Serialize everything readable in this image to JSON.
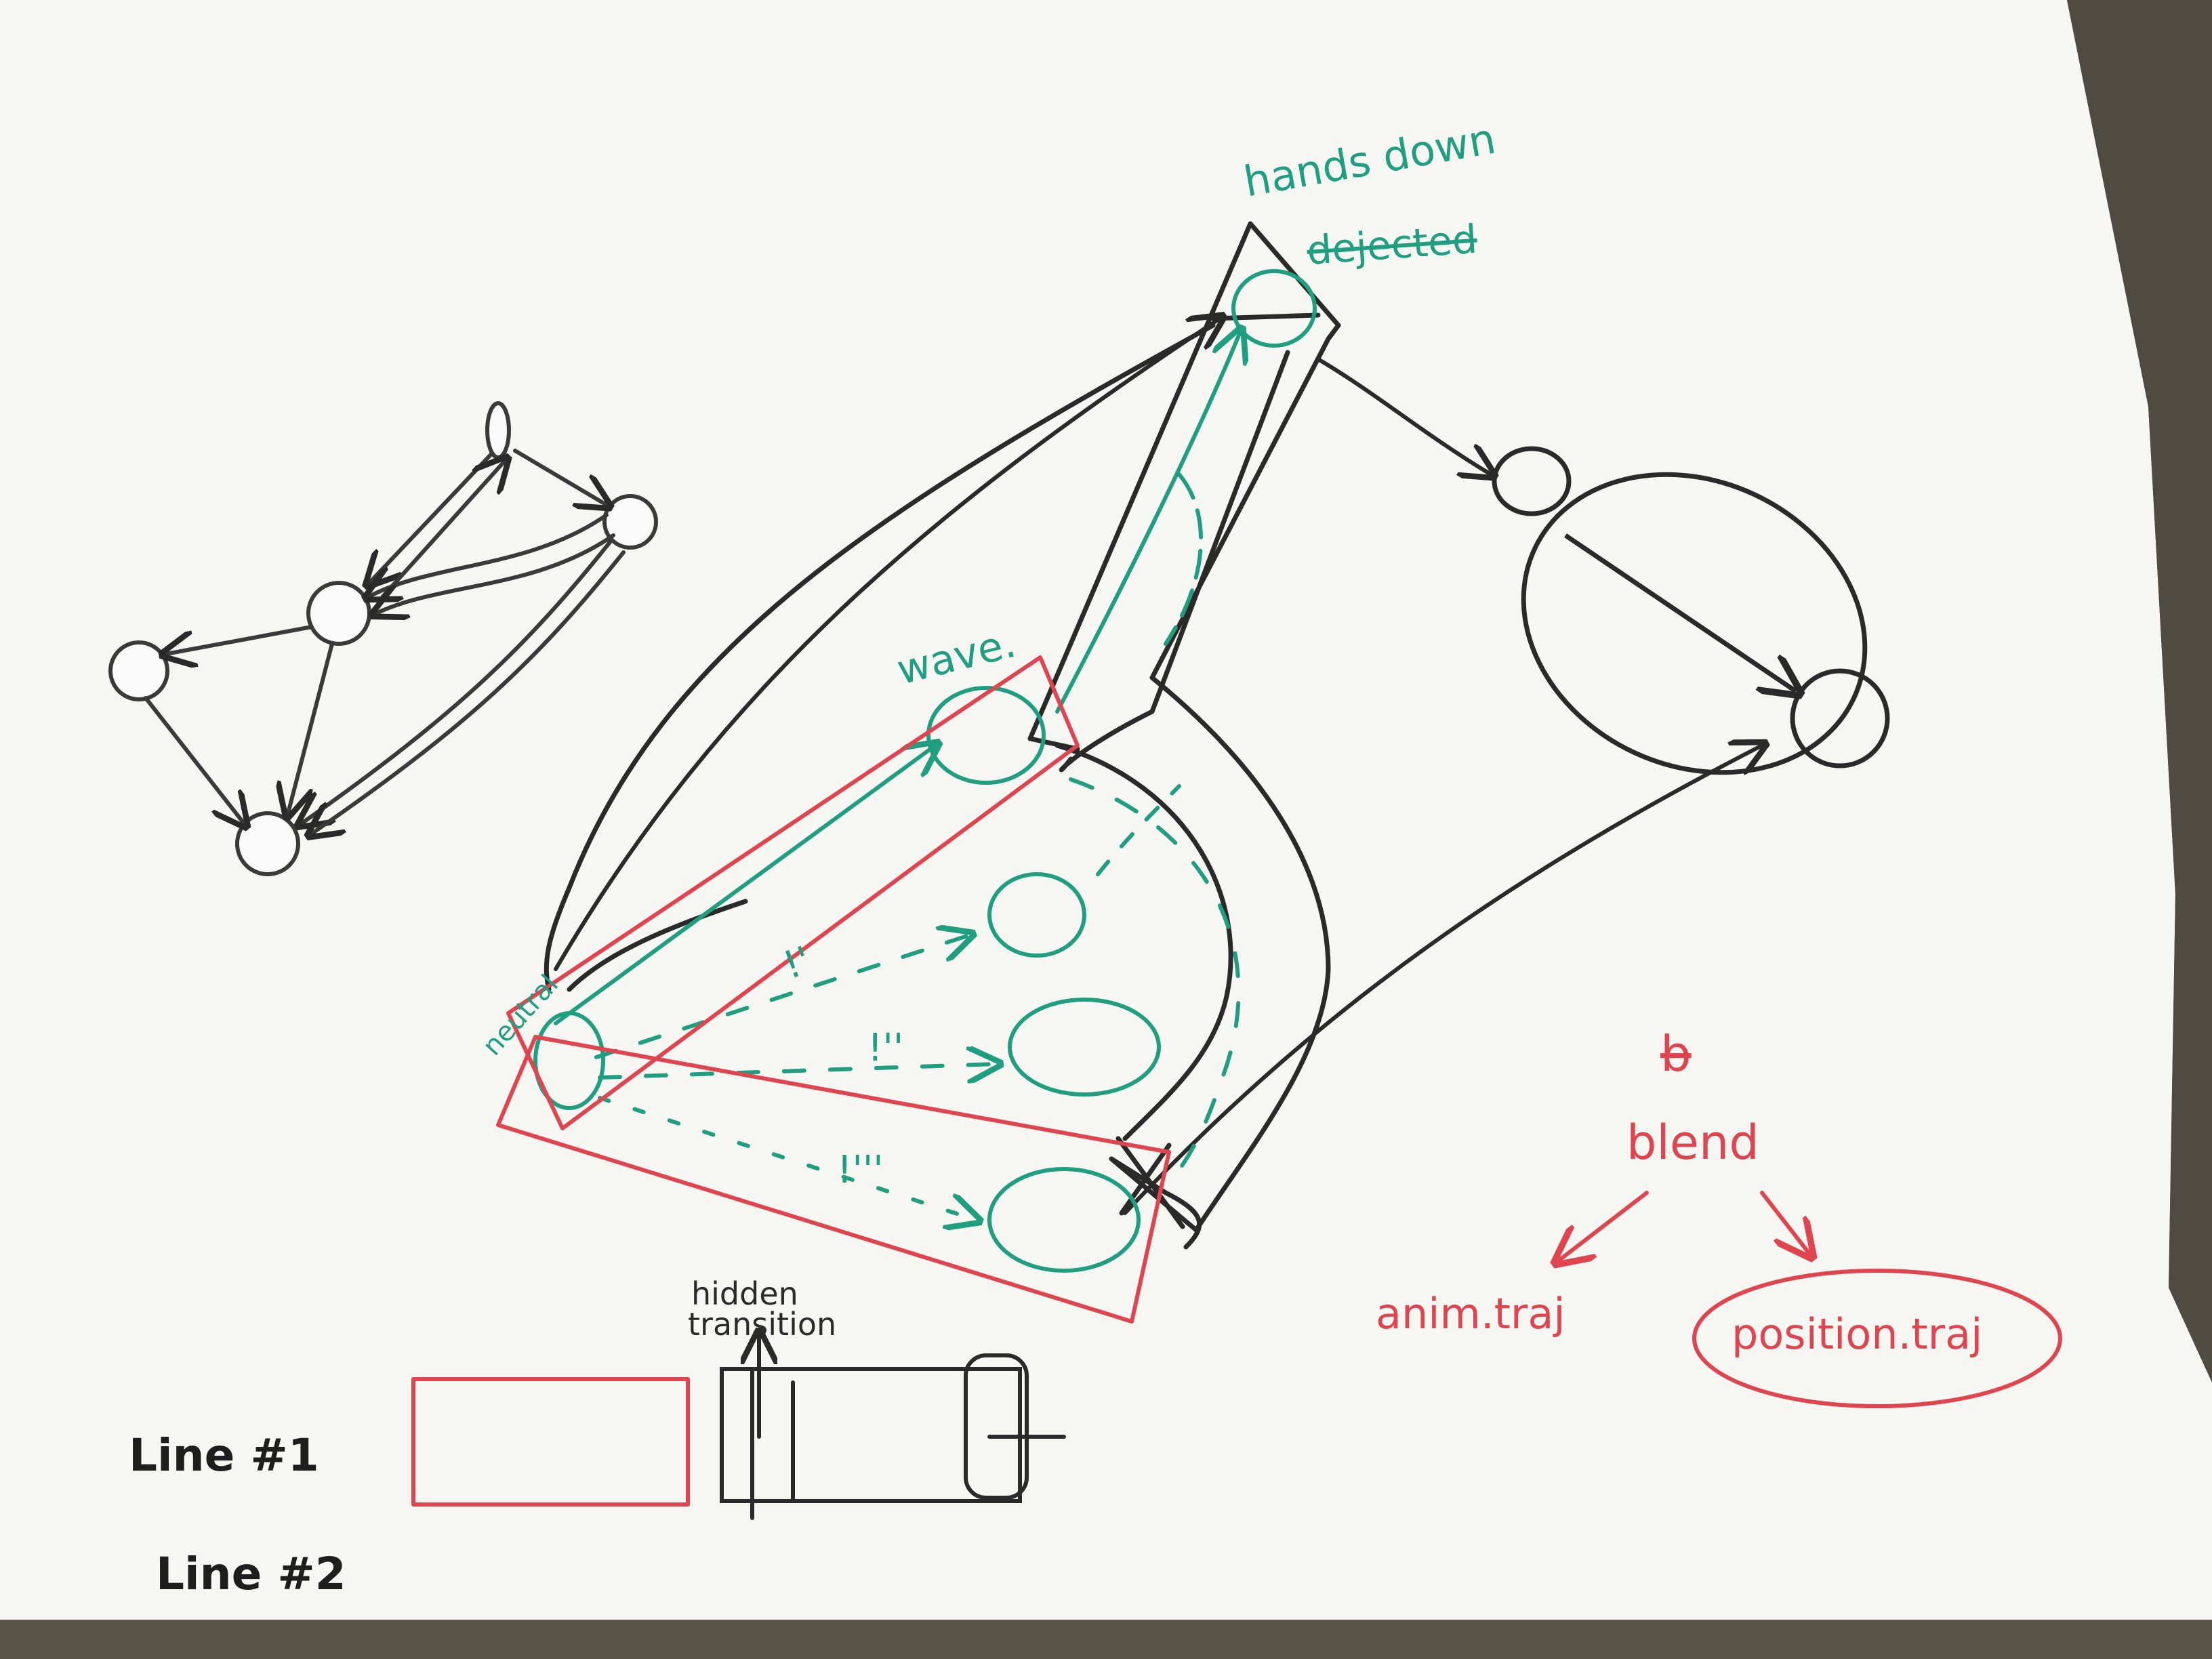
{
  "colors": {
    "carpet": "#4a463e",
    "paper": "#f7f7f5",
    "pencil": "#3a3a3a",
    "green": "#1f9e80",
    "red": "#e0454f",
    "black": "#2a2a2a"
  },
  "labels": {
    "hands_down": "hands down",
    "dejected": "dejected",
    "wave": "wave.",
    "neutral": "neutral",
    "prime_1": "!'",
    "prime_2": "!''",
    "prime_3": "!'''",
    "hidden": "hidden",
    "transition": "transition",
    "line1": "Line #1",
    "line2": "Line #2",
    "b": "b",
    "blend": "blend",
    "anim_traj": "anim.traj",
    "position_traj": "position.traj"
  }
}
